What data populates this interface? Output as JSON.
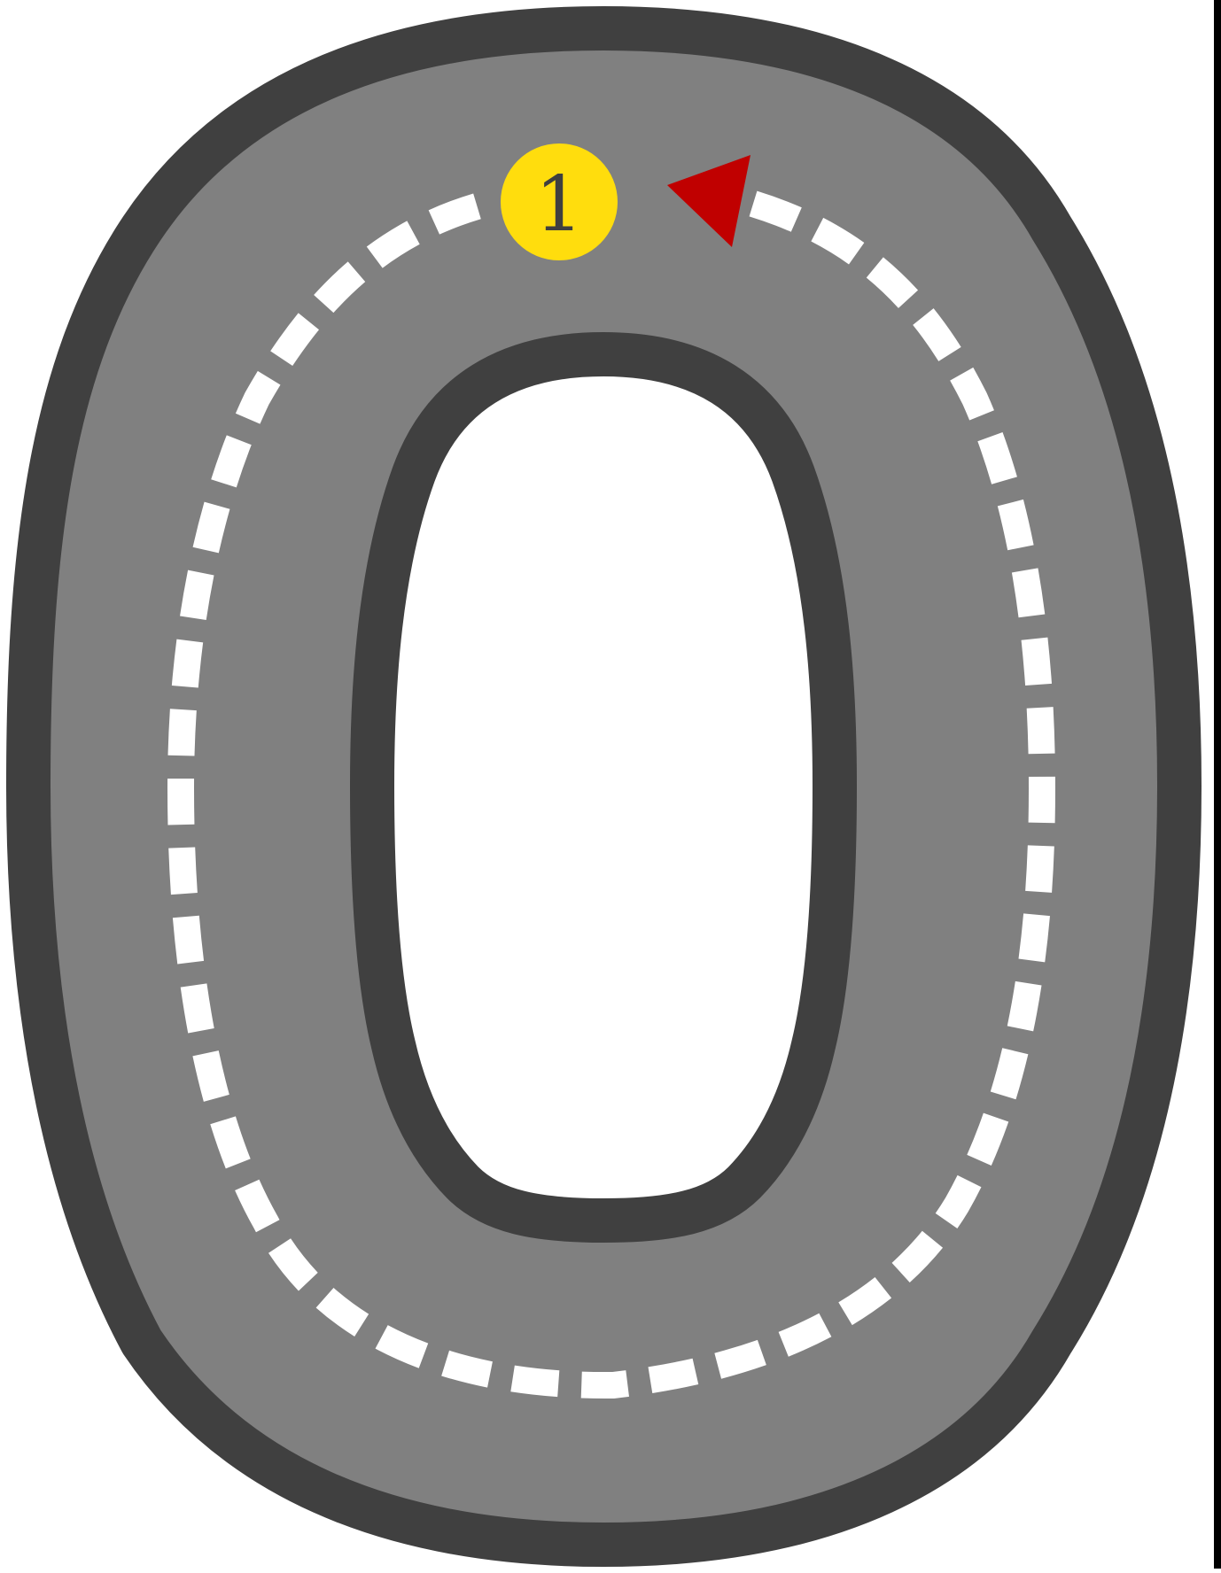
{
  "digit_glyph": "0",
  "stroke_start": {
    "number": "1",
    "icon": "start-circle",
    "badge_color": "#FFDD0D",
    "text_color": "#3F3F3F"
  },
  "direction_marker": {
    "icon": "red-triangle-arrow",
    "direction": "counterclockwise",
    "color": "#C00000"
  },
  "colors": {
    "outline": "#404040",
    "track_fill": "#808080",
    "counter_fill": "#FFFFFF",
    "guide_dash": "#FFFFFF",
    "right_rule": "#000000"
  }
}
